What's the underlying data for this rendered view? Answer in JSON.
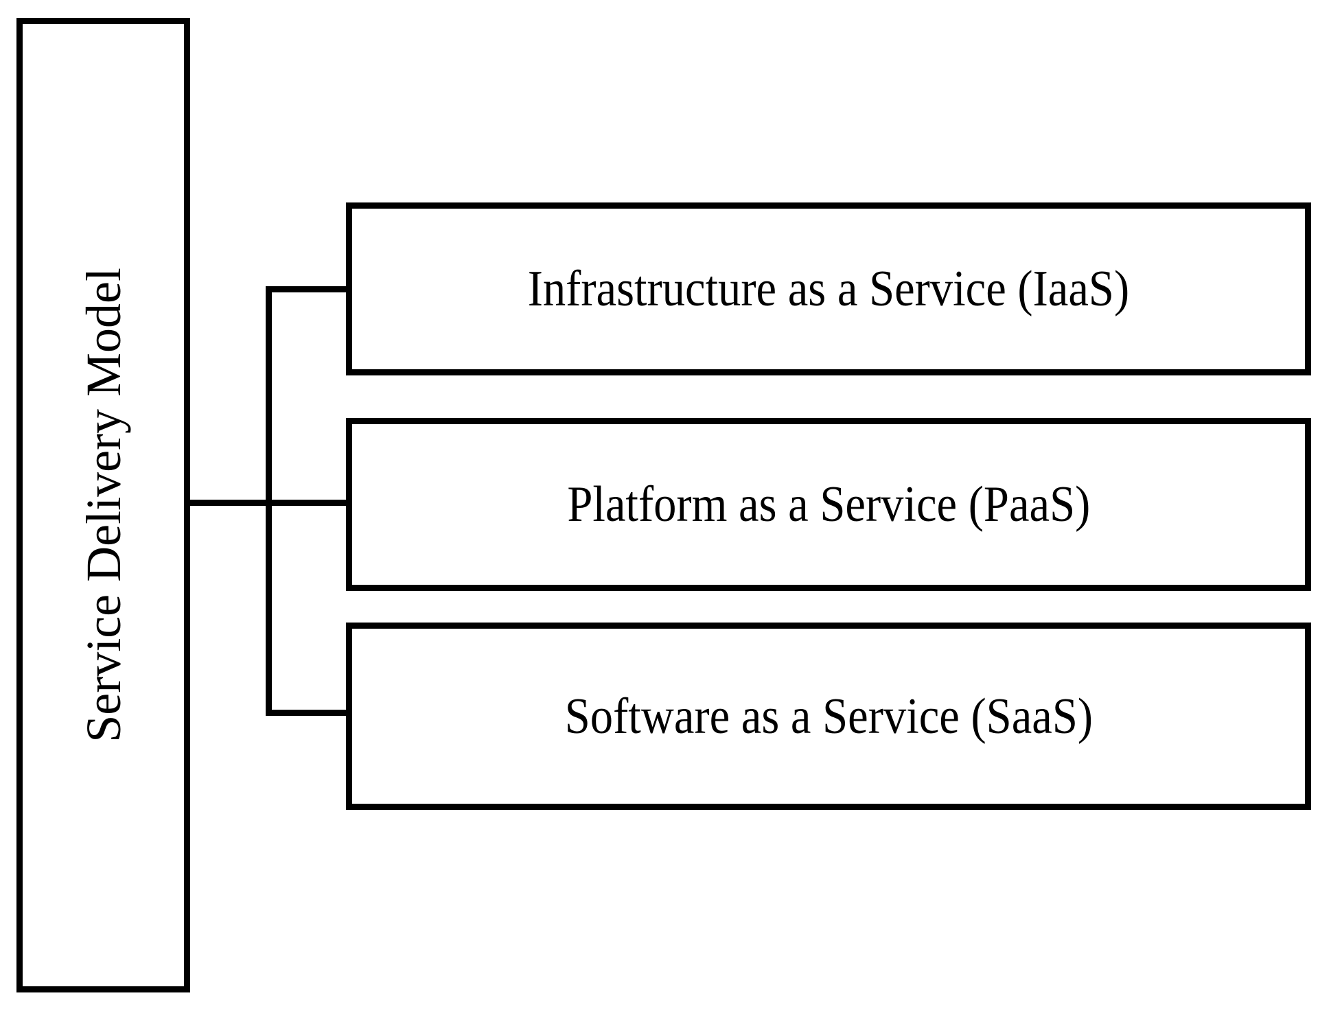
{
  "diagram": {
    "type": "tree",
    "orientation": "left-to-right",
    "title": "Service Delivery Model",
    "root": {
      "label": "Service Delivery Model",
      "text_orientation": "vertical-bottom-to-top"
    },
    "children": [
      {
        "label": "Infrastructure as a Service (IaaS)",
        "abbreviation": "IaaS"
      },
      {
        "label": "Platform as a Service (PaaS)",
        "abbreviation": "PaaS"
      },
      {
        "label": "Software as a Service (SaaS)",
        "abbreviation": "SaaS"
      }
    ],
    "colors": {
      "background": "#FFFFFF",
      "stroke": "#000000",
      "text": "#000000",
      "box_fill": "#FFFFFF"
    }
  }
}
